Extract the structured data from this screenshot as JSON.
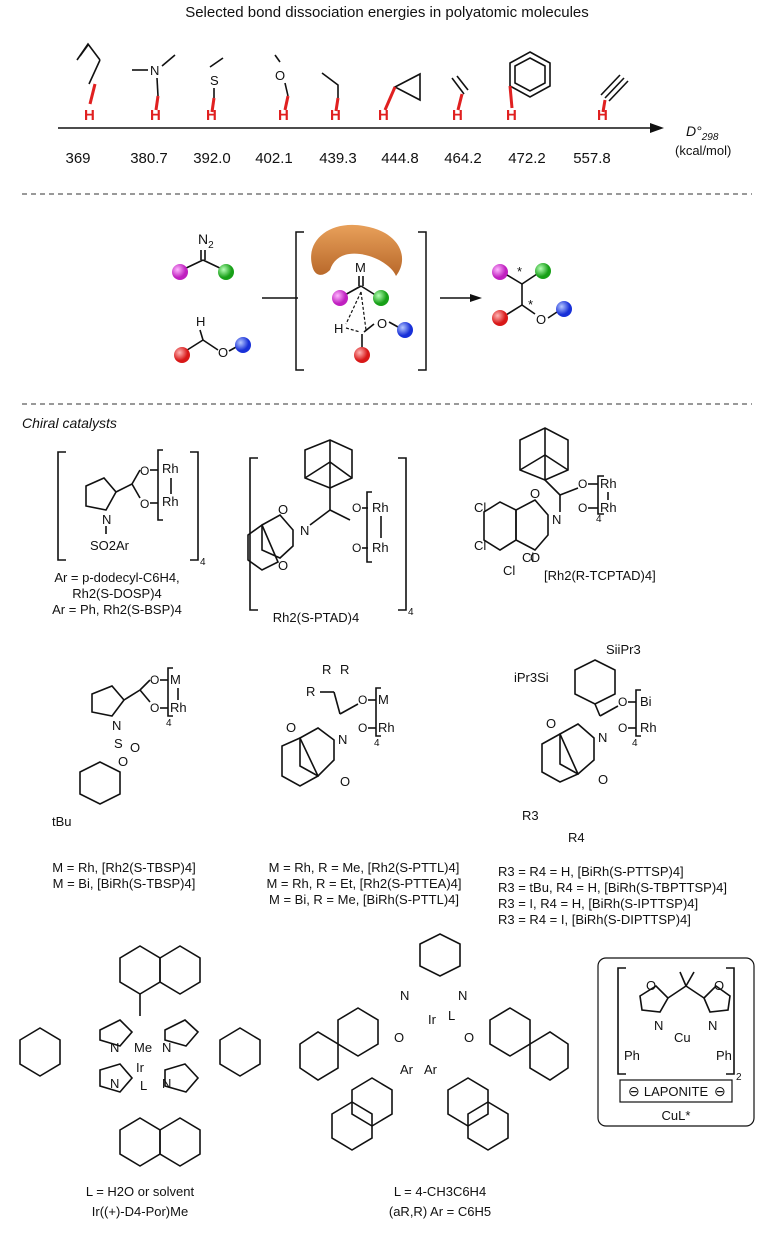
{
  "title": "Selected bond dissociation energies in polyatomic molecules",
  "axis": {
    "label_main": "D°",
    "label_sub": "298",
    "unit": "(kcal/mol)"
  },
  "bde": [
    {
      "value": "369"
    },
    {
      "value": "380.7"
    },
    {
      "value": "392.0"
    },
    {
      "value": "402.1"
    },
    {
      "value": "439.3"
    },
    {
      "value": "444.8"
    },
    {
      "value": "464.2"
    },
    {
      "value": "472.2"
    },
    {
      "value": "557.8"
    }
  ],
  "atoms": {
    "H": "H",
    "N": "N",
    "S": "S",
    "O": "O",
    "M": "M",
    "star": "*"
  },
  "scheme": {
    "diazo": "N",
    "diazo_sub": "2"
  },
  "section_title": "Chiral catalysts",
  "cat1": {
    "line1": "Ar = p-dodecyl-C6H4,",
    "line2": "Rh2(S-DOSP)4",
    "line3": "Ar = Ph, Rh2(S-BSP)4",
    "sub": "SO2Ar",
    "rh1": "Rh",
    "rh2": "Rh",
    "n": "4"
  },
  "cat2": {
    "caption": "Rh2(S-PTAD)4",
    "rh1": "Rh",
    "rh2": "Rh",
    "n": "4"
  },
  "cat3": {
    "caption": "[Rh2(R-TCPTAD)4]",
    "cl": "Cl",
    "rh1": "Rh",
    "rh2": "Rh",
    "n": "4"
  },
  "cat4": {
    "line1": "M = Rh, [Rh2(S-TBSP)4]",
    "line2": "M = Bi, [BiRh(S-TBSP)4]",
    "tbu": "tBu",
    "m": "M",
    "rh": "Rh",
    "n": "4"
  },
  "cat5": {
    "line1": "M = Rh, R = Me, [Rh2(S-PTTL)4]",
    "line2": "M = Rh, R = Et, [Rh2(S-PTTEA)4]",
    "line3": "M = Bi, R = Me, [BiRh(S-PTTL)4]",
    "r": "R",
    "m": "M",
    "rh": "Rh",
    "n": "4"
  },
  "cat6": {
    "line1": "R3 = R4 = H, [BiRh(S-PTTSP)4]",
    "line2": "R3 = tBu, R4 = H, [BiRh(S-TBPTTSP)4]",
    "line3": "R3 = I, R4 = H, [BiRh(S-IPTTSP)4]",
    "line4": "R3 = R4 = I, [BiRh(S-DIPTTSP)4]",
    "si1": "SiiPr3",
    "si2": "iPr3Si",
    "bi": "Bi",
    "rh": "Rh",
    "r3": "R3",
    "r4": "R4",
    "n": "4"
  },
  "cat7": {
    "line1": "L = H2O or solvent",
    "line2": "Ir((+)-D4-Por)Me",
    "ir": "Ir",
    "me": "Me",
    "l": "L",
    "n": "N"
  },
  "cat8": {
    "line1": "L = 4-CH3C6H4",
    "line2": "(aR,R) Ar = C6H5",
    "ir": "Ir",
    "l": "L",
    "ar": "Ar",
    "n": "N",
    "o": "O"
  },
  "cat9": {
    "laponite": "LAPONITE",
    "minus": "⊖",
    "caption": "CuL*",
    "cu": "Cu",
    "ph": "Ph",
    "n": "2"
  }
}
